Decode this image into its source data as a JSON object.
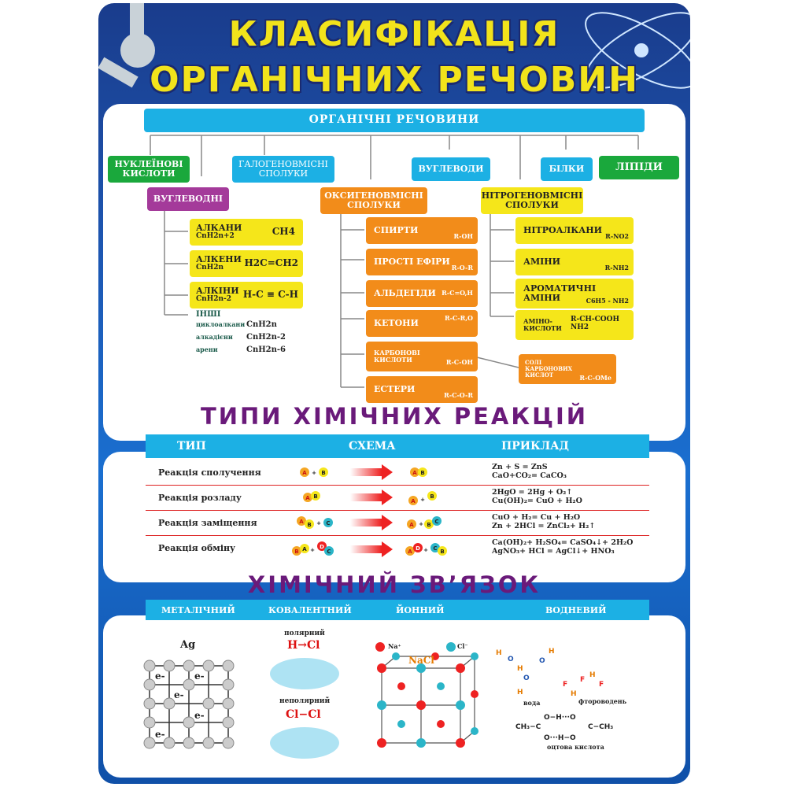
{
  "title": {
    "line1": "КЛАСИФІКАЦІЯ",
    "line2": "ОРГАНІЧНИХ РЕЧОВИН"
  },
  "top": {
    "label": "ОРГАНІЧНІ РЕЧОВИНИ"
  },
  "level1": {
    "nucleic": "НУКЛЕЇНОВІ КИСЛОТИ",
    "halogen": "ГАЛОГЕНОВМІСНІ СПОЛУКИ",
    "carbs": "ВУГЛЕВОДИ",
    "proteins": "БІЛКИ",
    "lipids": "ЛІПІДИ"
  },
  "hydrocarbons": {
    "label": "ВУГЛЕВОДНІ",
    "items": [
      {
        "name": "АЛКАНИ",
        "formula": "CnH2n+2",
        "example": "CH4"
      },
      {
        "name": "АЛКЕНИ",
        "formula": "CnH2n",
        "example": "H2C=CH2"
      },
      {
        "name": "АЛКІНИ",
        "formula": "CnH2n-2",
        "example": "H-C ≡ C-H"
      }
    ],
    "other": {
      "label": "ІНШІ",
      "rows": [
        [
          "циклоалкани",
          "CnH2n"
        ],
        [
          "алкадієни",
          "CnH2n-2"
        ],
        [
          "арени",
          "CnH2n-6"
        ]
      ]
    }
  },
  "oxygen": {
    "label": "ОКСИГЕНОВМІСНІ СПОЛУКИ",
    "items": [
      {
        "name": "СПИРТИ",
        "formula": "R-OH"
      },
      {
        "name": "ПРОСТІ ЕФІРИ",
        "formula": "R-O-R"
      },
      {
        "name": "АЛЬДЕГІДИ",
        "formula": "R-C=O,H"
      },
      {
        "name": "КЕТОНИ",
        "formula": "R-C-R,O"
      },
      {
        "name": "КАРБОНОВІ КИСЛОТИ",
        "formula": "R-C-OH"
      },
      {
        "name": "ЕСТЕРИ",
        "formula": "R-C-O-R"
      }
    ],
    "salts": {
      "name": "СОЛІ КАРБОНОВИХ КИСЛОТ",
      "formula": "R-C-OMe"
    }
  },
  "nitrogen": {
    "label": "НІТРОГЕНОВМІСНІ СПОЛУКИ",
    "items": [
      {
        "name": "НІТРОАЛКАНИ",
        "formula": "R-NO2"
      },
      {
        "name": "АМІНИ",
        "formula": "R-NH2"
      },
      {
        "name": "АРОМАТИЧНІ АМІНИ",
        "formula": "C6H5 - NH2"
      },
      {
        "name": "АМІНО-КИСЛОТИ",
        "formula": "R-CH-COOH NH2"
      }
    ]
  },
  "reactions": {
    "heading": "ТИПИ ХІМІЧНИХ РЕАКЦІЙ",
    "cols": [
      "ТИП",
      "СХЕМА",
      "ПРИКЛАД"
    ],
    "rows": [
      {
        "name": "Реакція сполучення",
        "ex1": "Zn + S = ZnS",
        "ex2": "CaO+CO₂= CaCO₃"
      },
      {
        "name": "Реакція розладу",
        "ex1": "2HgO = 2Hg + O₂↑",
        "ex2": "Cu(OH)₂= CuO + H₂O"
      },
      {
        "name": "Реакція заміщення",
        "ex1": "CuO + H₂= Cu + H₂O",
        "ex2": "Zn + 2HCl = ZnCl₂+ H₂↑"
      },
      {
        "name": "Реакція обміну",
        "ex1": "Ca(OH)₂+ H₂SO₄= CaSO₄↓+ 2H₂O",
        "ex2": "AgNO₃+ HCl = AgCl↓+ HNO₃"
      }
    ]
  },
  "bond": {
    "heading": "ХІМІЧНИЙ ЗВ’ЯЗОК",
    "cols": [
      "МЕТАЛІЧНИЙ",
      "КОВАЛЕНТНИЙ",
      "ЙОННИЙ",
      "ВОДНЕВИЙ"
    ],
    "metal": "Ag",
    "electron": "e-",
    "polar": "полярний",
    "polar_formula": "H→Cl",
    "nonpolar": "неполярний",
    "nonpolar_formula": "Cl−Cl",
    "na": "Na⁺",
    "cl": "Cl⁻",
    "nacl": "NaCl",
    "water": "вода",
    "hf": "фтороводень",
    "acetic": "оцтова кислота"
  },
  "colors": {
    "cyan": "#1cb0e4",
    "green": "#1aa83c",
    "purple": "#a43a9a",
    "orange": "#f28c1a",
    "yellow": "#f5e61a",
    "title": "#f2e31b"
  }
}
